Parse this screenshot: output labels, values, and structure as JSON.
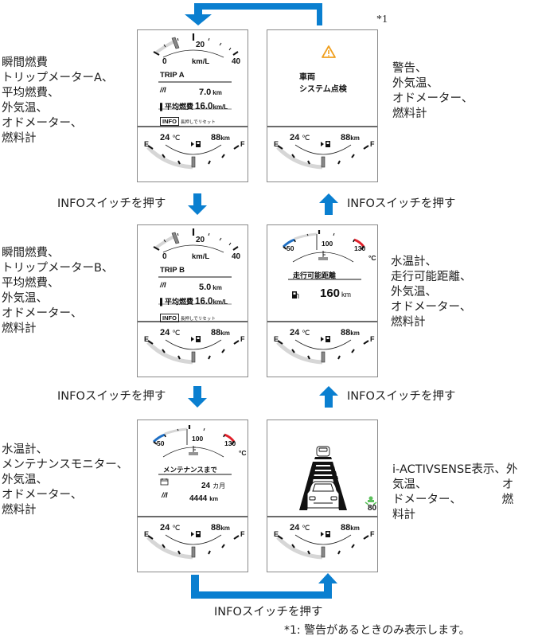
{
  "colors": {
    "arrow": "#0a7fd0",
    "warning": "#f0a020",
    "cold": "#1e6fc4",
    "hot": "#e0202a",
    "green_icon": "#5cc05c"
  },
  "step_label": "INFOスイッチを押す",
  "note_marker": "*1",
  "footnote": "*1: 警告があるときのみ表示します。",
  "descriptions": {
    "trip_a": "瞬間燃費\nトリップメーターA、\n平均燃費、\n外気温、\nオドメーター、\n燃料計",
    "warning": "警告、\n外気温、\nオドメーター、\n燃料計",
    "trip_b": "瞬間燃費、\nトリップメーターB、\n平均燃費、\n外気温、\nオドメーター、\n燃料計",
    "range": "水温計、\n走行可能距離、\n外気温、\nオドメーター、\n燃料計",
    "maintenance": "水温計、\nメンテナンスモニター、\n外気温、\nオドメーター、\n燃料計",
    "activsense": "i-ACTIVSENSE表示、外\n気温、　　　　　　　オ\nドメーター、　　　　燃\n料計"
  },
  "common": {
    "outside_temp": "24",
    "temp_unit": "℃",
    "odometer": "88",
    "odo_unit": "km",
    "fuel_empty": "E",
    "fuel_full": "F",
    "fuel_level": 0.5
  },
  "fuel_economy_gauge": {
    "min": "0",
    "mid": "20",
    "max": "40",
    "unit": "km/L",
    "value": 7
  },
  "coolant_gauge": {
    "low": "50",
    "mid": "100",
    "high": "130",
    "unit": "°C"
  },
  "screens": {
    "trip_a": {
      "title": "TRIP A",
      "trip_icon": "//I",
      "trip_value": "7.0",
      "trip_unit": "km",
      "avg_label": "平均燃費",
      "avg_value": "16.0",
      "avg_unit": "km/L",
      "info_badge": "INFO",
      "reset_hint": "長押しでリセット"
    },
    "warning": {
      "icon": "warning-triangle",
      "line1": "車両",
      "line2": "システム点検"
    },
    "trip_b": {
      "title": "TRIP B",
      "trip_icon": "//I",
      "trip_value": "5.0",
      "trip_unit": "km",
      "avg_label": "平均燃費",
      "avg_value": "16.0",
      "avg_unit": "km/L",
      "info_badge": "INFO",
      "reset_hint": "長押しでリセット"
    },
    "range": {
      "title": "走行可能距離",
      "value": "160",
      "unit": "km"
    },
    "maintenance": {
      "title": "メンテナンスまで",
      "months_value": "24",
      "months_unit": "カ月",
      "distance_icon": "//I",
      "distance_value": "4444",
      "distance_unit": "km"
    },
    "activsense": {
      "speed": "80"
    }
  }
}
